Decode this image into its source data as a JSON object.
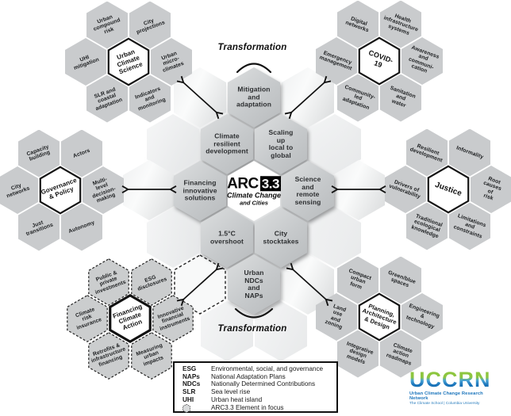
{
  "transformation_top": "Transformation",
  "transformation_bottom": "Transformation",
  "center": {
    "arc": "ARC",
    "version": "3.3",
    "subtitle_line1": "Climate Change",
    "subtitle_line2": "and Cities",
    "ring": [
      "Mitigation\nand\nadaptation",
      "Climate\nresilient\ndevelopment",
      "Scaling up\nlocal to global",
      "Financing\ninnovative\nsolutions",
      "Science and\nremote\nsensing",
      "1.5°C\novershoot",
      "City\nstocktakes",
      "Urban\nNDCs and\nNAPs"
    ]
  },
  "clusters": {
    "urban_climate_science": {
      "title": "Urban\nClimate\nScience",
      "items": [
        "Urban\ncompound\nrisk",
        "City\nprojections",
        "UHI\nmitigation",
        "Urban\nmicro-\nclimates",
        "SLR and\ncoastal\nadaptation",
        "Indicators\nand\nmonitoring"
      ]
    },
    "covid_19": {
      "title": "COVID-19",
      "items": [
        "Digital\nnetworks",
        "Health\ninfrastructure\nsystems",
        "Emergency\nmanagement",
        "Awareness\nand\ncommuni-\ncation",
        "Community-\nled\nadaptation",
        "Sanitation\nand\nwater"
      ]
    },
    "governance_policy": {
      "title": "Governance\n& Policy",
      "items": [
        "Capacity\nbuilding",
        "Actors",
        "City\nnetworks",
        "Multi-level\ndecision-\nmaking",
        "Just\ntransitions",
        "Autonomy"
      ]
    },
    "justice": {
      "title": "Justice",
      "items": [
        "Resilient\ndevelopment",
        "Informality",
        "Drivers of\nvulnerability",
        "Root\ncauses of\nrisk",
        "Traditional\necological\nknowledge",
        "Limitations\nand\nconstraints"
      ]
    },
    "financing_climate_action": {
      "title": "Financing\nClimate\nAction",
      "items": [
        "Public &\nprivate\ninvestments",
        "ESG\ndisclosures",
        "Climate\nrisk\ninsurance",
        "Innovative\nfinancial\ninstruments",
        "Retrofits &\ninfrastructure\nfinancing",
        "Measuring\nurban\nimpacts"
      ]
    },
    "planning_architecture_design": {
      "title": "Planning,\nArchitecture\n& Design",
      "items": [
        "Compact\nurban\nform",
        "Green/blue\nspaces",
        "Land use\nand zoning",
        "Engineering\n&\ntechnology",
        "Integrative\ndesign\nmodels",
        "Climate\naction\nroadmaps"
      ]
    }
  },
  "legend": {
    "rows": [
      {
        "abbr": "ESG",
        "text": "Environmental, social, and governance"
      },
      {
        "abbr": "NAPs",
        "text": "National Adaptation Plans"
      },
      {
        "abbr": "NDCs",
        "text": "Nationally Determined Contributions"
      },
      {
        "abbr": "SLR",
        "text": "Sea level rise"
      },
      {
        "abbr": "UHI",
        "text": "Urban heat island"
      }
    ],
    "focus_text": "ARC3.3 Element in focus"
  },
  "logo": {
    "acronym": "UCCRN",
    "line1": "Urban Climate Change Research Network",
    "line2": "The Climate School | Columbia University"
  },
  "colors": {
    "hex_gray": "#c9cbcd",
    "logo_green": "#8dc63f",
    "logo_blue": "#1b75bc"
  }
}
